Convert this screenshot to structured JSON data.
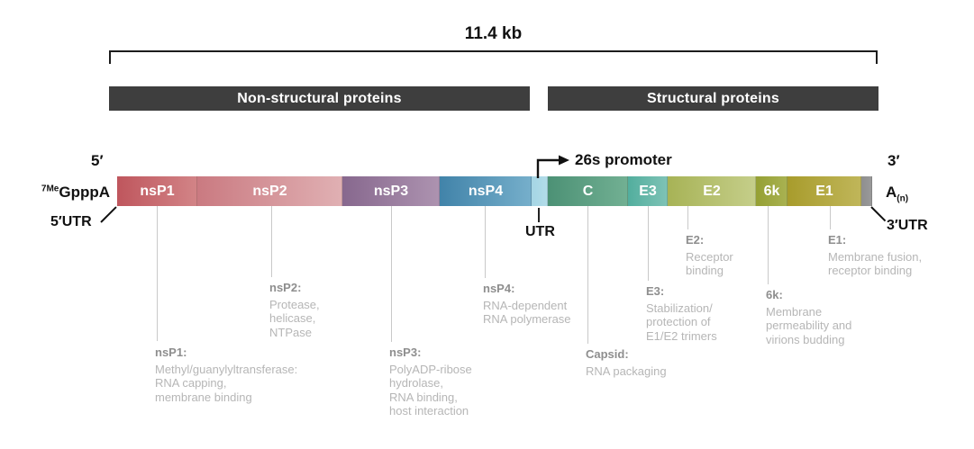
{
  "scale": {
    "label": "11.4 kb"
  },
  "headers": {
    "nonstructural": "Non-structural proteins",
    "structural": "Structural proteins"
  },
  "promoter": {
    "label": "26s promoter"
  },
  "termini": {
    "five_prime": "5′",
    "three_prime": "3′",
    "cap_superscript": "7Me",
    "cap": "GpppA",
    "five_utr": "5′UTR",
    "three_utr": "3′UTR",
    "poly_a": "A",
    "poly_a_subscript": "(n)",
    "subgenomic_utr": "UTR"
  },
  "genome": {
    "segments": [
      {
        "label": "nsP1",
        "width": 89,
        "color_left": "#bf565d",
        "color_right": "#d28487"
      },
      {
        "label": "nsP2",
        "width": 161,
        "color_left": "#ca7a81",
        "color_right": "#e0b0b3"
      },
      {
        "label": "nsP3",
        "width": 108,
        "color_left": "#87688e",
        "color_right": "#ad93b0"
      },
      {
        "label": "",
        "width": 102,
        "color_left": "#4183a9",
        "color_right": "#76afcb"
      },
      {
        "label": "",
        "width": 18,
        "color_left": "#a5d5e4",
        "color_right": "#b3dde9"
      },
      {
        "label": "C",
        "width": 89,
        "color_left": "#4c9175",
        "color_right": "#72b093"
      },
      {
        "label": "E3",
        "width": 44,
        "color_left": "#52ae9e",
        "color_right": "#7fc3b6"
      },
      {
        "label": "E2",
        "width": 98,
        "color_left": "#a7b356",
        "color_right": "#c5ce8a"
      },
      {
        "label": "6k",
        "width": 35,
        "color_left": "#95a033",
        "color_right": "#a9b252"
      },
      {
        "label": "E1",
        "width": 82,
        "color_left": "#a89c2c",
        "color_right": "#c0b65a"
      },
      {
        "label": "",
        "width": 12,
        "color_left": "#8f8f8f",
        "color_right": "#9a9a9a"
      }
    ],
    "nsp4_label": "nsP4"
  },
  "annotations": [
    {
      "title": "nsP1:",
      "lines": [
        "Methyl/guanylyltransferase:",
        "RNA capping,",
        "membrane binding"
      ]
    },
    {
      "title": "nsP2:",
      "lines": [
        "Protease,",
        "helicase,",
        "NTPase"
      ]
    },
    {
      "title": "nsP3:",
      "lines": [
        "PolyADP-ribose",
        "hydrolase,",
        "RNA binding,",
        "host interaction"
      ]
    },
    {
      "title": "nsP4:",
      "lines": [
        "RNA-dependent",
        "RNA polymerase"
      ]
    },
    {
      "title": "Capsid:",
      "lines": [
        "RNA packaging"
      ]
    },
    {
      "title": "E3:",
      "lines": [
        "Stabilization/",
        "protection of",
        "E1/E2 trimers"
      ]
    },
    {
      "title": "E2:",
      "lines": [
        "Receptor",
        "binding"
      ]
    },
    {
      "title": "6k:",
      "lines": [
        "Membrane",
        "permeability and",
        "virions budding"
      ]
    },
    {
      "title": "E1:",
      "lines": [
        "Membrane fusion,",
        "receptor binding"
      ]
    }
  ],
  "colors": {
    "header_bar": "#3e3e3e",
    "connector_line": "#c9c9c9",
    "annotation_title": "#8e8e8e",
    "annotation_body": "#b6b6b6"
  }
}
